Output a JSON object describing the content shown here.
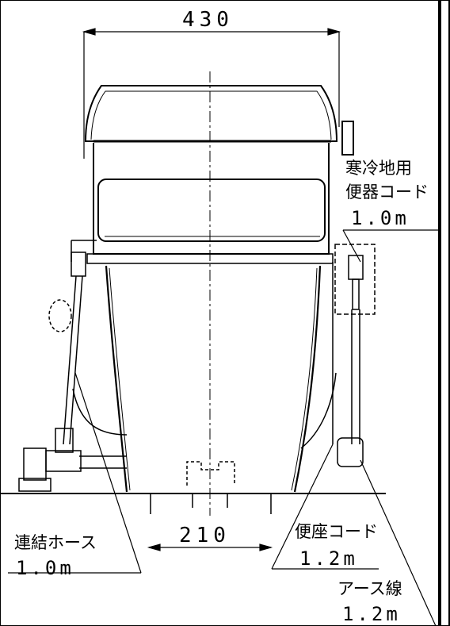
{
  "dimensions": {
    "width": "430",
    "base_span": "210"
  },
  "callouts": {
    "cold_region_cord": {
      "line1": "寒冷地用",
      "line2": "便器コード",
      "length": "1.0m"
    },
    "connecting_hose": {
      "label": "連結ホース",
      "length": "1.0m"
    },
    "seat_cord": {
      "label": "便座コード",
      "length": "1.2m"
    },
    "ground_wire": {
      "label": "アース線",
      "length": "1.2m"
    }
  }
}
